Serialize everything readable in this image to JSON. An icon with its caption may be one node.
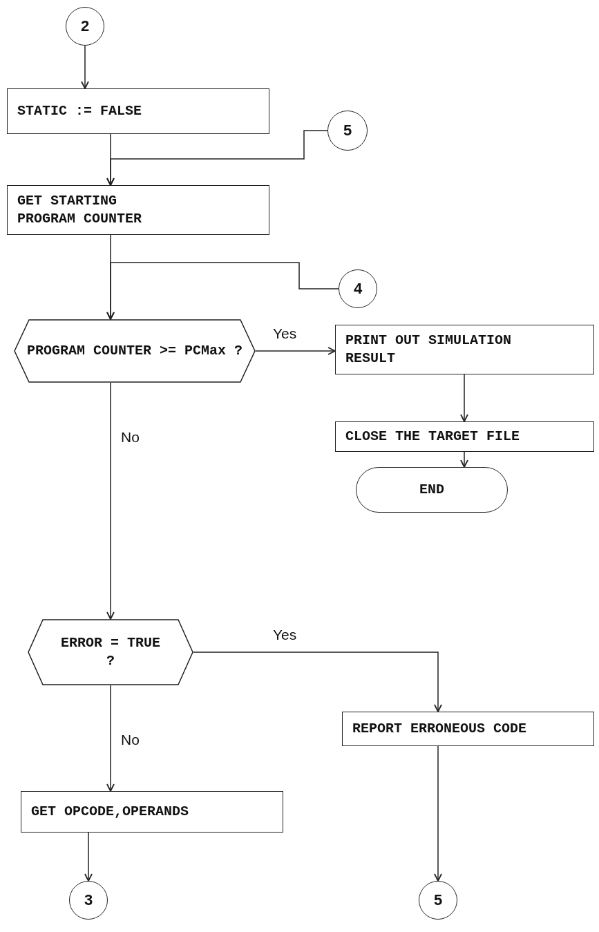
{
  "diagram": {
    "nodes": [
      {
        "text": [
          "2"
        ]
      },
      {
        "text": [
          "STATIC := FALSE"
        ]
      },
      {
        "text": [
          "5"
        ]
      },
      {
        "text": [
          "GET STARTING PROGRAM COUNTER"
        ]
      },
      {
        "text": [
          "4"
        ]
      },
      {
        "text": [
          "PROGRAM COUNTER >= PCMax ?"
        ]
      },
      {
        "text": [
          "PRINT OUT SIMULATION RESULT"
        ]
      },
      {
        "text": [
          "CLOSE THE TARGET FILE"
        ]
      },
      {
        "text": [
          "END"
        ]
      },
      {
        "text": [
          "ERROR = TRUE ?"
        ]
      },
      {
        "text": [
          "REPORT ERRONEOUS CODE"
        ]
      },
      {
        "text": [
          "GET OPCODE,OPERANDS"
        ]
      },
      {
        "text": [
          "3"
        ]
      },
      {
        "text": [
          "5"
        ]
      }
    ],
    "edges": [
      {
        "from": 0,
        "to": 1,
        "arrow": "to"
      },
      {
        "from": 1,
        "to": 3,
        "arrow": "to"
      },
      {
        "from": 2,
        "to": 3,
        "arrow": "to"
      },
      {
        "from": 3,
        "to": 5,
        "arrow": "to"
      },
      {
        "from": 4,
        "to": 5,
        "arrow": "to"
      },
      {
        "from": 5,
        "to": 6,
        "arrow": "to",
        "label": "Yes"
      },
      {
        "from": 6,
        "to": 7,
        "arrow": "to"
      },
      {
        "from": 7,
        "to": 8,
        "arrow": "to"
      },
      {
        "from": 5,
        "to": 9,
        "arrow": "to",
        "label": "No"
      },
      {
        "from": 9,
        "to": 10,
        "arrow": "to",
        "label": "Yes"
      },
      {
        "from": 9,
        "to": 11,
        "arrow": "to",
        "label": "No"
      },
      {
        "from": 11,
        "to": 12,
        "arrow": "to"
      },
      {
        "from": 10,
        "to": 13,
        "arrow": "to"
      }
    ]
  }
}
